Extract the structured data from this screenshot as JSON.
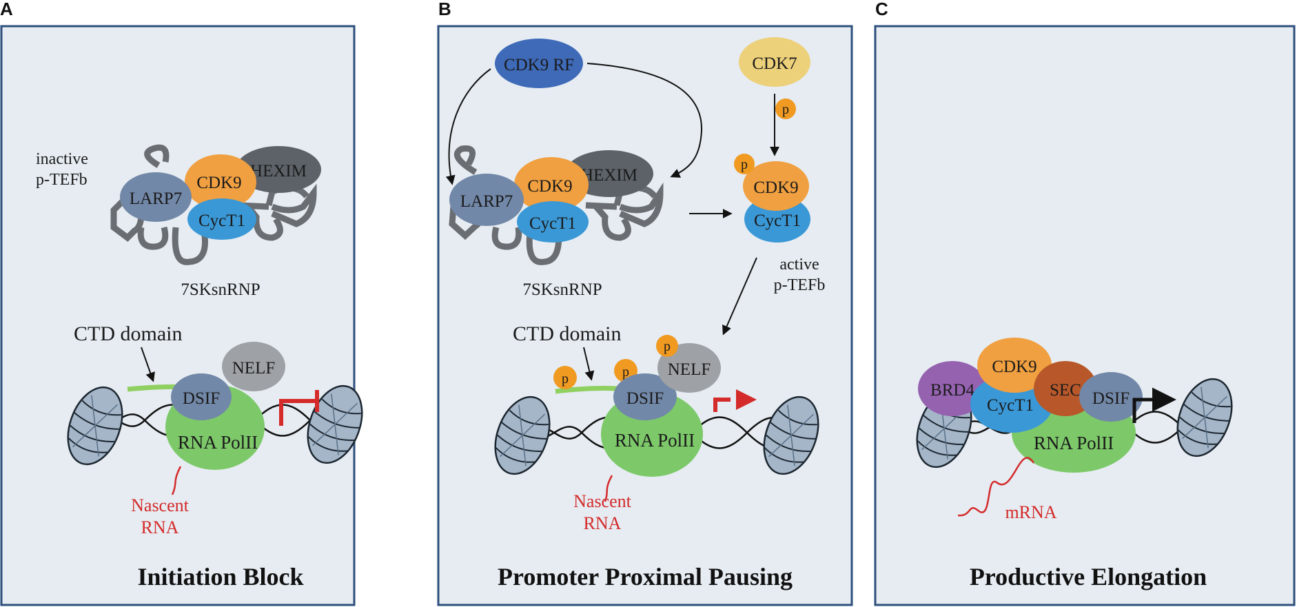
{
  "panels": [
    {
      "letter": "A",
      "title": "Initiation Block",
      "inactive_label_line1": "inactive",
      "inactive_label_line2": "p-TEFb",
      "larp7": "LARP7",
      "cdk9": "CDK9",
      "hexim": "HEXIM",
      "cyct1": "CycT1",
      "snrnp": "7SKsnRNP",
      "ctd": "CTD domain",
      "nelf": "NELF",
      "dsif": "DSIF",
      "polii": "RNA PolII",
      "nascent_line1": "Nascent",
      "nascent_line2": "RNA"
    },
    {
      "letter": "B",
      "title": "Promoter Proximal Pausing",
      "cdk9rf": "CDK9 RF",
      "cdk7": "CDK7",
      "p": "p",
      "larp7": "LARP7",
      "cdk9": "CDK9",
      "hexim": "HEXIM",
      "cyct1": "CycT1",
      "snrnp": "7SKsnRNP",
      "active_cdk9": "CDK9",
      "active_cyct1": "CycT1",
      "active_label_line1": "active",
      "active_label_line2": "p-TEFb",
      "ctd": "CTD domain",
      "nelf": "NELF",
      "dsif": "DSIF",
      "polii": "RNA PolII",
      "nascent_line1": "Nascent",
      "nascent_line2": "RNA"
    },
    {
      "letter": "C",
      "title": "Productive Elongation",
      "brd4": "BRD4",
      "cdk9": "CDK9",
      "sec": "SEC",
      "dsif": "DSIF",
      "cyct1": "CycT1",
      "polii": "RNA PolII",
      "mrna": "mRNA"
    }
  ],
  "colors": {
    "panel_bg": "#e6ecf2",
    "panel_border": "#2d4f7c",
    "cdk9": "#f0a040",
    "cyct1": "#3a98d6",
    "larp7": "#7288a8",
    "hexim": "#5c6268",
    "polii": "#7dc96a",
    "dsif": "#7288a8",
    "nelf": "#9ea2a6",
    "cdk9rf": "#3e6ab8",
    "cdk7": "#ecd07a",
    "phospho": "#f09a22",
    "brd4": "#9562b0",
    "sec": "#b8582a",
    "ctd": "#8fd060",
    "rna": "#d42a2a",
    "nucleosome": "#a4b6c8"
  }
}
